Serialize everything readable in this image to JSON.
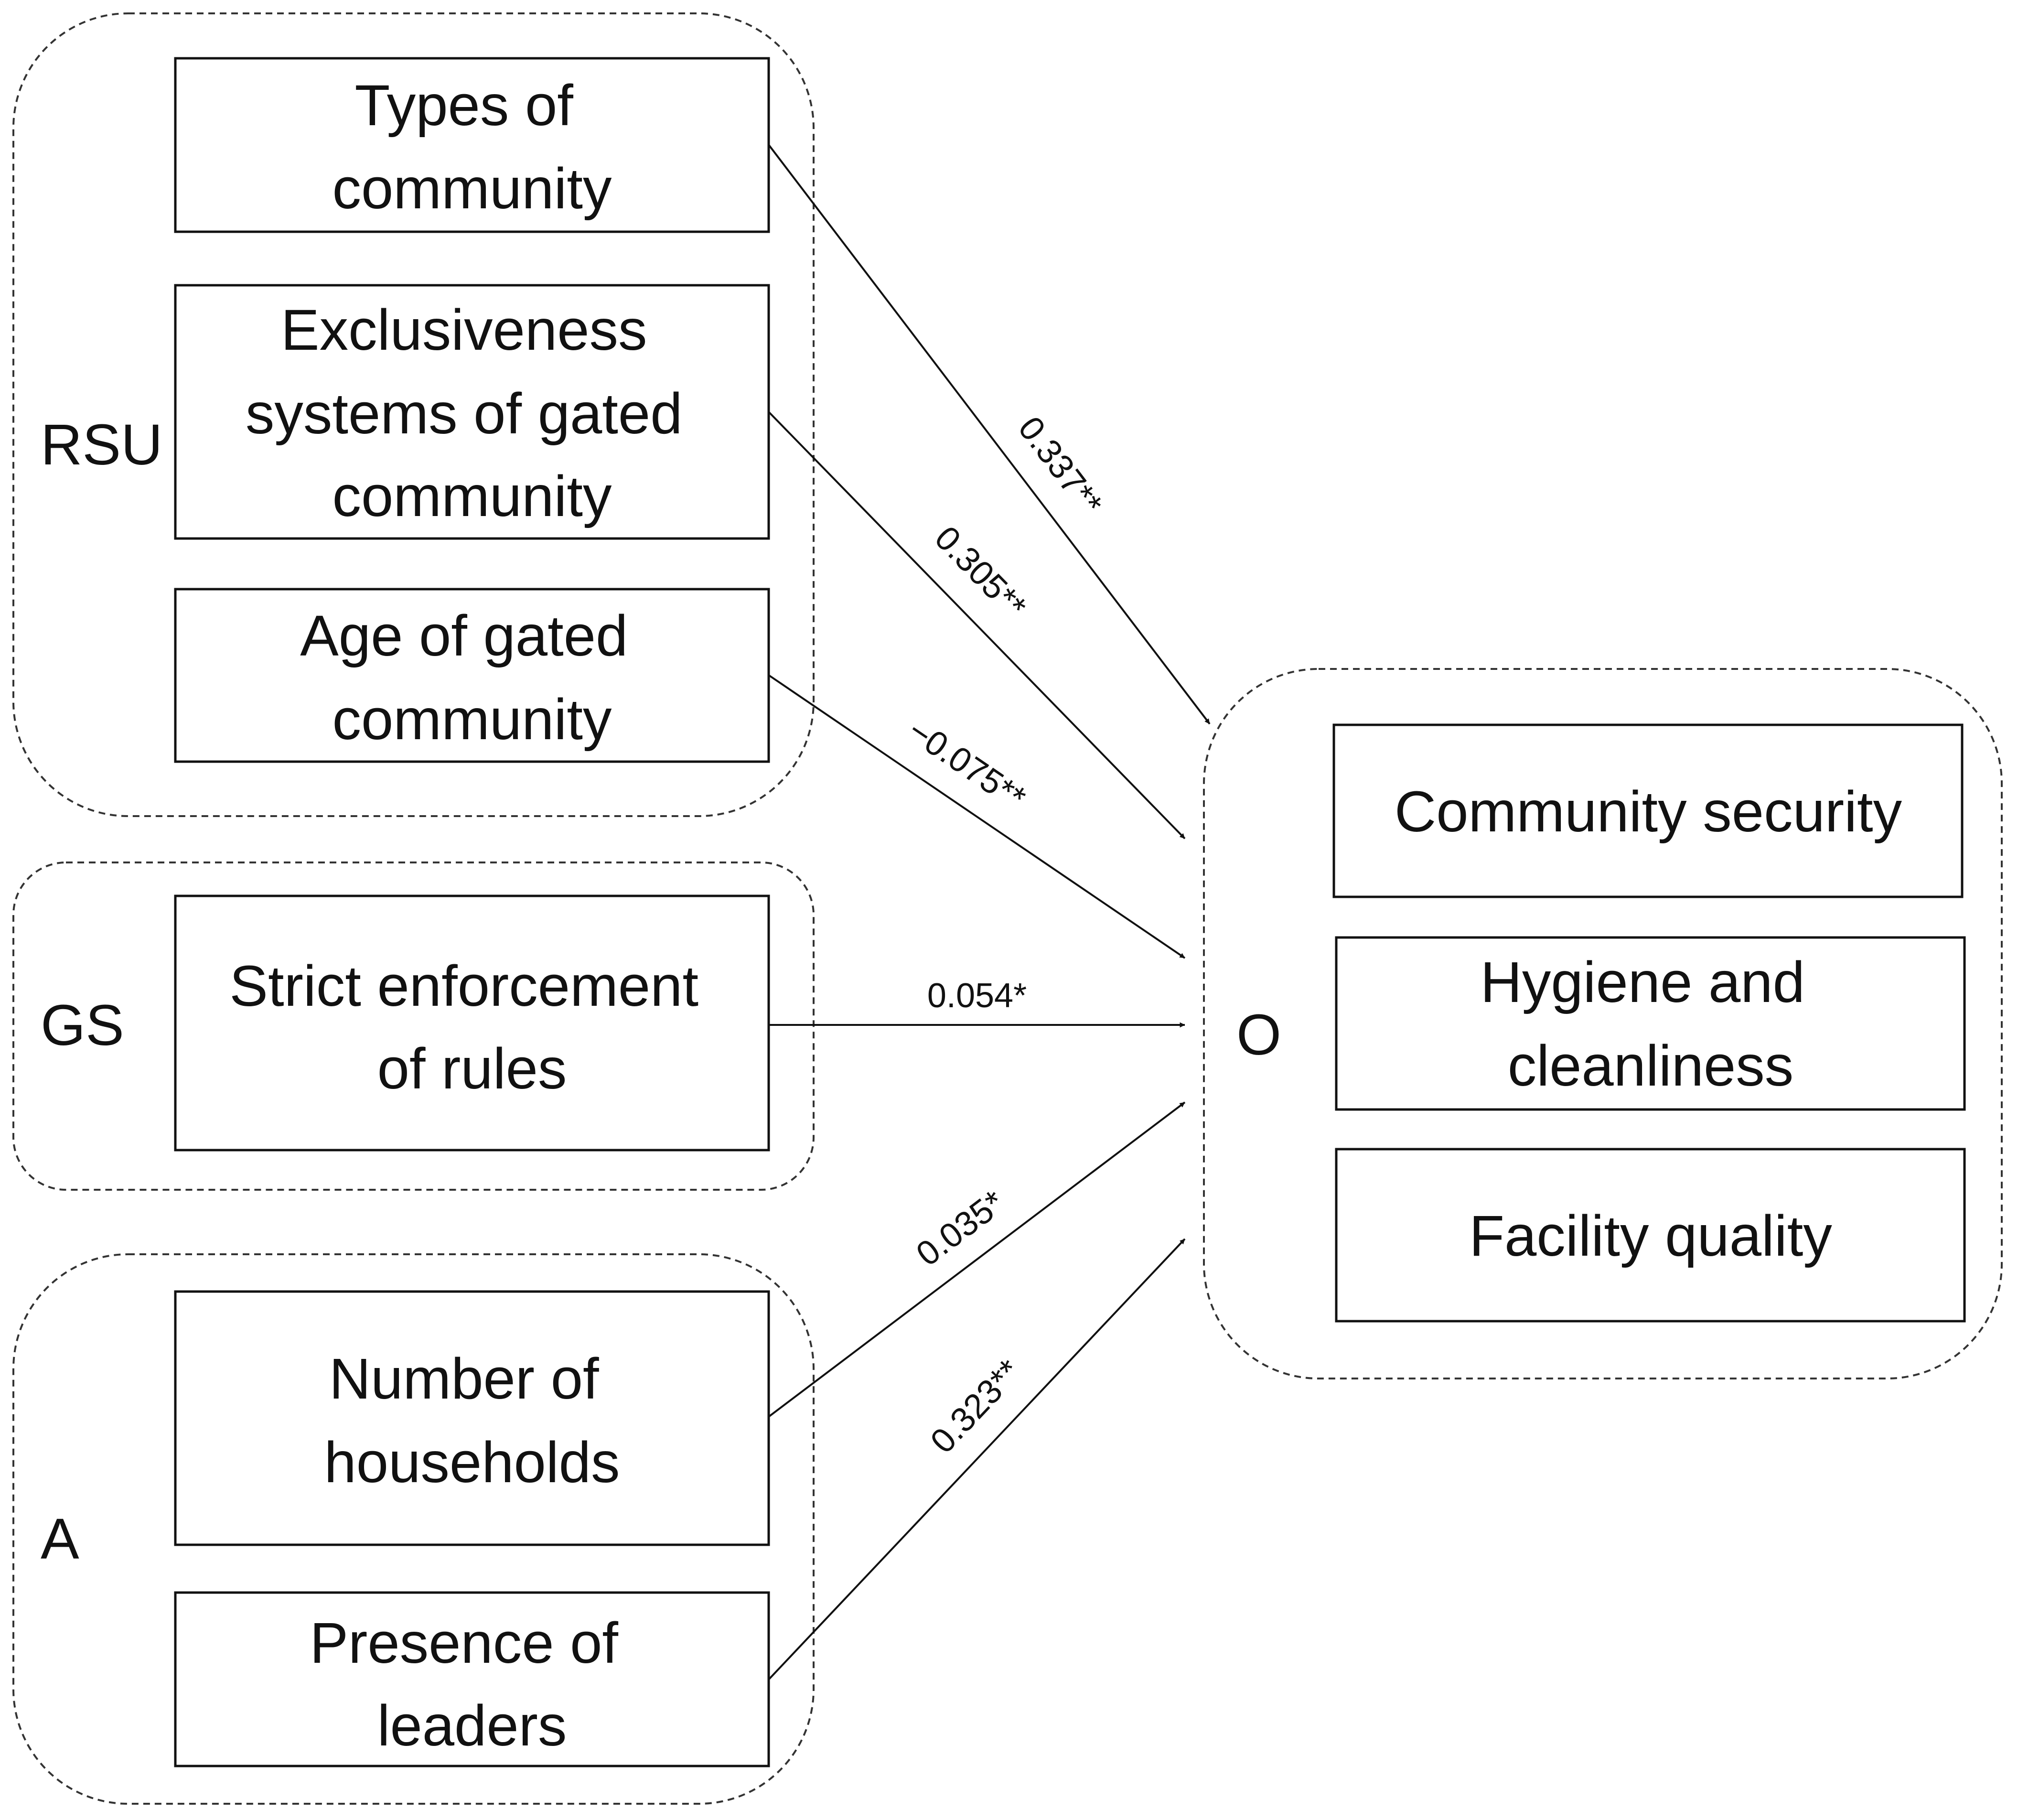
{
  "groups": {
    "rsu": "RSU",
    "gs": "GS",
    "a": "A",
    "o": "O"
  },
  "boxes": {
    "types_of_community": [
      "Types of",
      "community"
    ],
    "exclusiveness": [
      "Exclusiveness",
      "systems of gated",
      "community"
    ],
    "age_of_gated": [
      "Age of gated",
      "community"
    ],
    "strict_enforcement": [
      "Strict enforcement",
      "of rules"
    ],
    "number_of_households": [
      "Number of",
      "households"
    ],
    "presence_of_leaders": [
      "Presence of",
      "leaders"
    ],
    "community_security": [
      "Community security"
    ],
    "hygiene": [
      "Hygiene and",
      "cleanliness"
    ],
    "facility_quality": [
      "Facility quality"
    ]
  },
  "paths": {
    "types_of_community": "0.337**",
    "exclusiveness": "0.305**",
    "age_of_gated": "−0.075**",
    "strict_enforcement": "0.054*",
    "number_of_households": "0.035*",
    "presence_of_leaders": "0.323**"
  }
}
